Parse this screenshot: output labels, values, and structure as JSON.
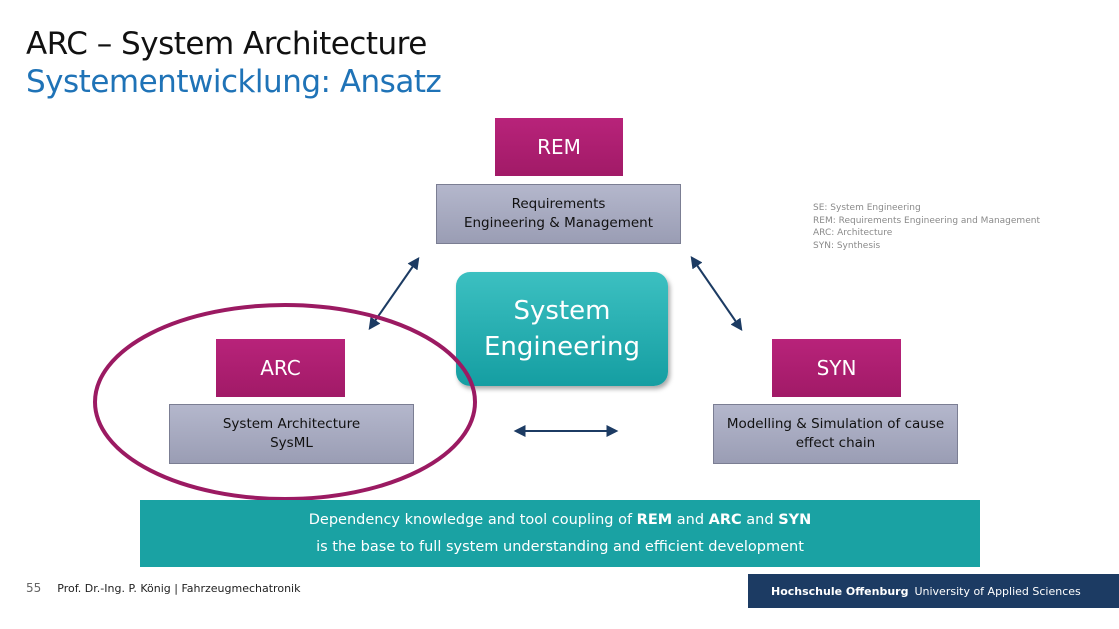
{
  "slide": {
    "title": "ARC – System Architecture",
    "subtitle": "Systementwicklung: Ansatz"
  },
  "nodes": {
    "rem": {
      "label": "REM",
      "desc_line1": "Requirements",
      "desc_line2": "Engineering & Management"
    },
    "arc": {
      "label": "ARC",
      "desc_line1": "System Architecture",
      "desc_line2": "SysML"
    },
    "syn": {
      "label": "SYN",
      "desc_line1": "Modelling & Simulation of    cause",
      "desc_line2": "effect chain"
    }
  },
  "center": {
    "line1": "System",
    "line2": "Engineering"
  },
  "legend": {
    "line1": "SE:    System Engineering",
    "line2": "REM:  Requirements Engineering and Management",
    "line3": "ARC:  Architecture",
    "line4": "SYN:  Synthesis"
  },
  "banner": {
    "line1_pre": "Dependency knowledge and tool coupling of ",
    "rem": "REM",
    "and1": " and ",
    "arc": "ARC",
    "and2": " and ",
    "syn": "SYN",
    "line2": "is the base to full system understanding and efficient development"
  },
  "footer": {
    "page_number": "55",
    "author": "Prof. Dr.-Ing. P. König | Fahrzeugmechatronik",
    "institution_bold": "Hochschule Offenburg",
    "institution_rest": "University of Applied Sciences"
  },
  "colors": {
    "title": "#111111",
    "subtitle": "#1f73b7",
    "magenta": "#a11a67",
    "teal": "#1aa2a3",
    "arrow": "#1c3b63",
    "circle": "#9b1a62",
    "footer_bar": "#1c3b63"
  }
}
